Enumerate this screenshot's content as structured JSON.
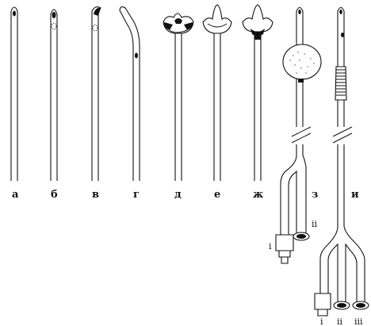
{
  "labels": {
    "a": "а",
    "b": "б",
    "v": "в",
    "g": "г",
    "d": "д",
    "e": "е",
    "zh": "ж",
    "z": "з",
    "i": "и"
  },
  "ports": {
    "z_i": "i",
    "z_ii": "ii",
    "i_i": "i",
    "i_ii": "ii",
    "i_iii": "iii"
  },
  "colors": {
    "ink": "#111111",
    "background": "#ffffff"
  }
}
